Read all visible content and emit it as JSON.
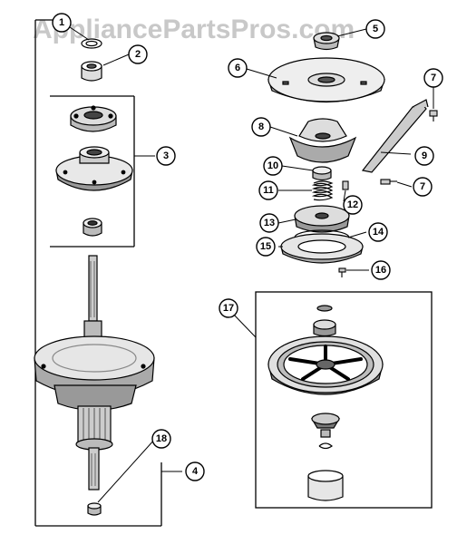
{
  "watermark": "AppliancePartsPros.com",
  "colors": {
    "ink": "#000000",
    "watermark": "#c8c8c8",
    "paper": "#ffffff"
  },
  "callouts": [
    "1",
    "2",
    "3",
    "4",
    "5",
    "6",
    "7",
    "7",
    "8",
    "9",
    "10",
    "11",
    "12",
    "13",
    "14",
    "15",
    "16",
    "17",
    "18"
  ]
}
